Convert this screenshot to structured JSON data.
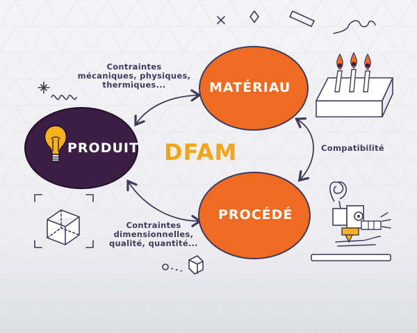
{
  "title": "DFAM",
  "nodes": {
    "produit": "PRODUIT",
    "materiau": "MATÉRIAU",
    "procede": "PROCÉDÉ"
  },
  "labels": {
    "top": [
      "Contraintes",
      "mécaniques, physiques,",
      "thermiques..."
    ],
    "bottom": [
      "Contraintes",
      "dimensionnelles,",
      "qualité, quantité..."
    ],
    "right": "Compatibilité"
  },
  "colors": {
    "orange": "#ef6b24",
    "purple": "#3c1e45",
    "ink": "#3d3a5c",
    "title": "#f2a51c",
    "bulb": "#f5b21c"
  },
  "icons": [
    "lightbulb-icon",
    "cube-icon",
    "cake-icon",
    "3d-printer-icon"
  ]
}
